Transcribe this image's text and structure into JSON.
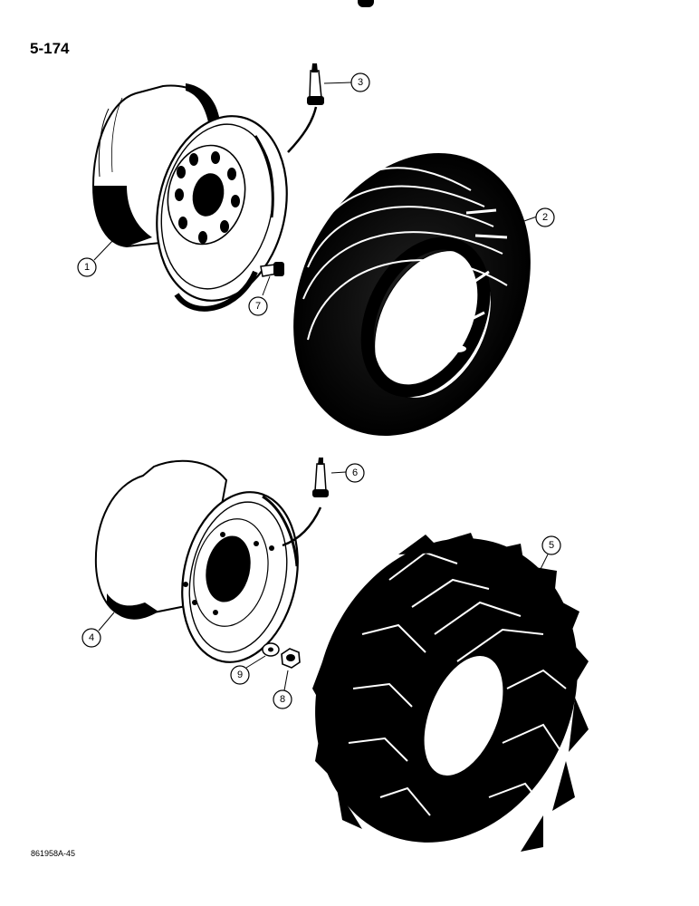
{
  "page": {
    "number": "5-174",
    "figure_code": "861958A-45"
  },
  "callouts": [
    {
      "id": "callout-1",
      "label": "1"
    },
    {
      "id": "callout-2",
      "label": "2"
    },
    {
      "id": "callout-3",
      "label": "3"
    },
    {
      "id": "callout-4",
      "label": "4"
    },
    {
      "id": "callout-5",
      "label": "5"
    },
    {
      "id": "callout-6",
      "label": "6"
    },
    {
      "id": "callout-7",
      "label": "7"
    },
    {
      "id": "callout-8",
      "label": "8"
    },
    {
      "id": "callout-9",
      "label": "9"
    }
  ]
}
